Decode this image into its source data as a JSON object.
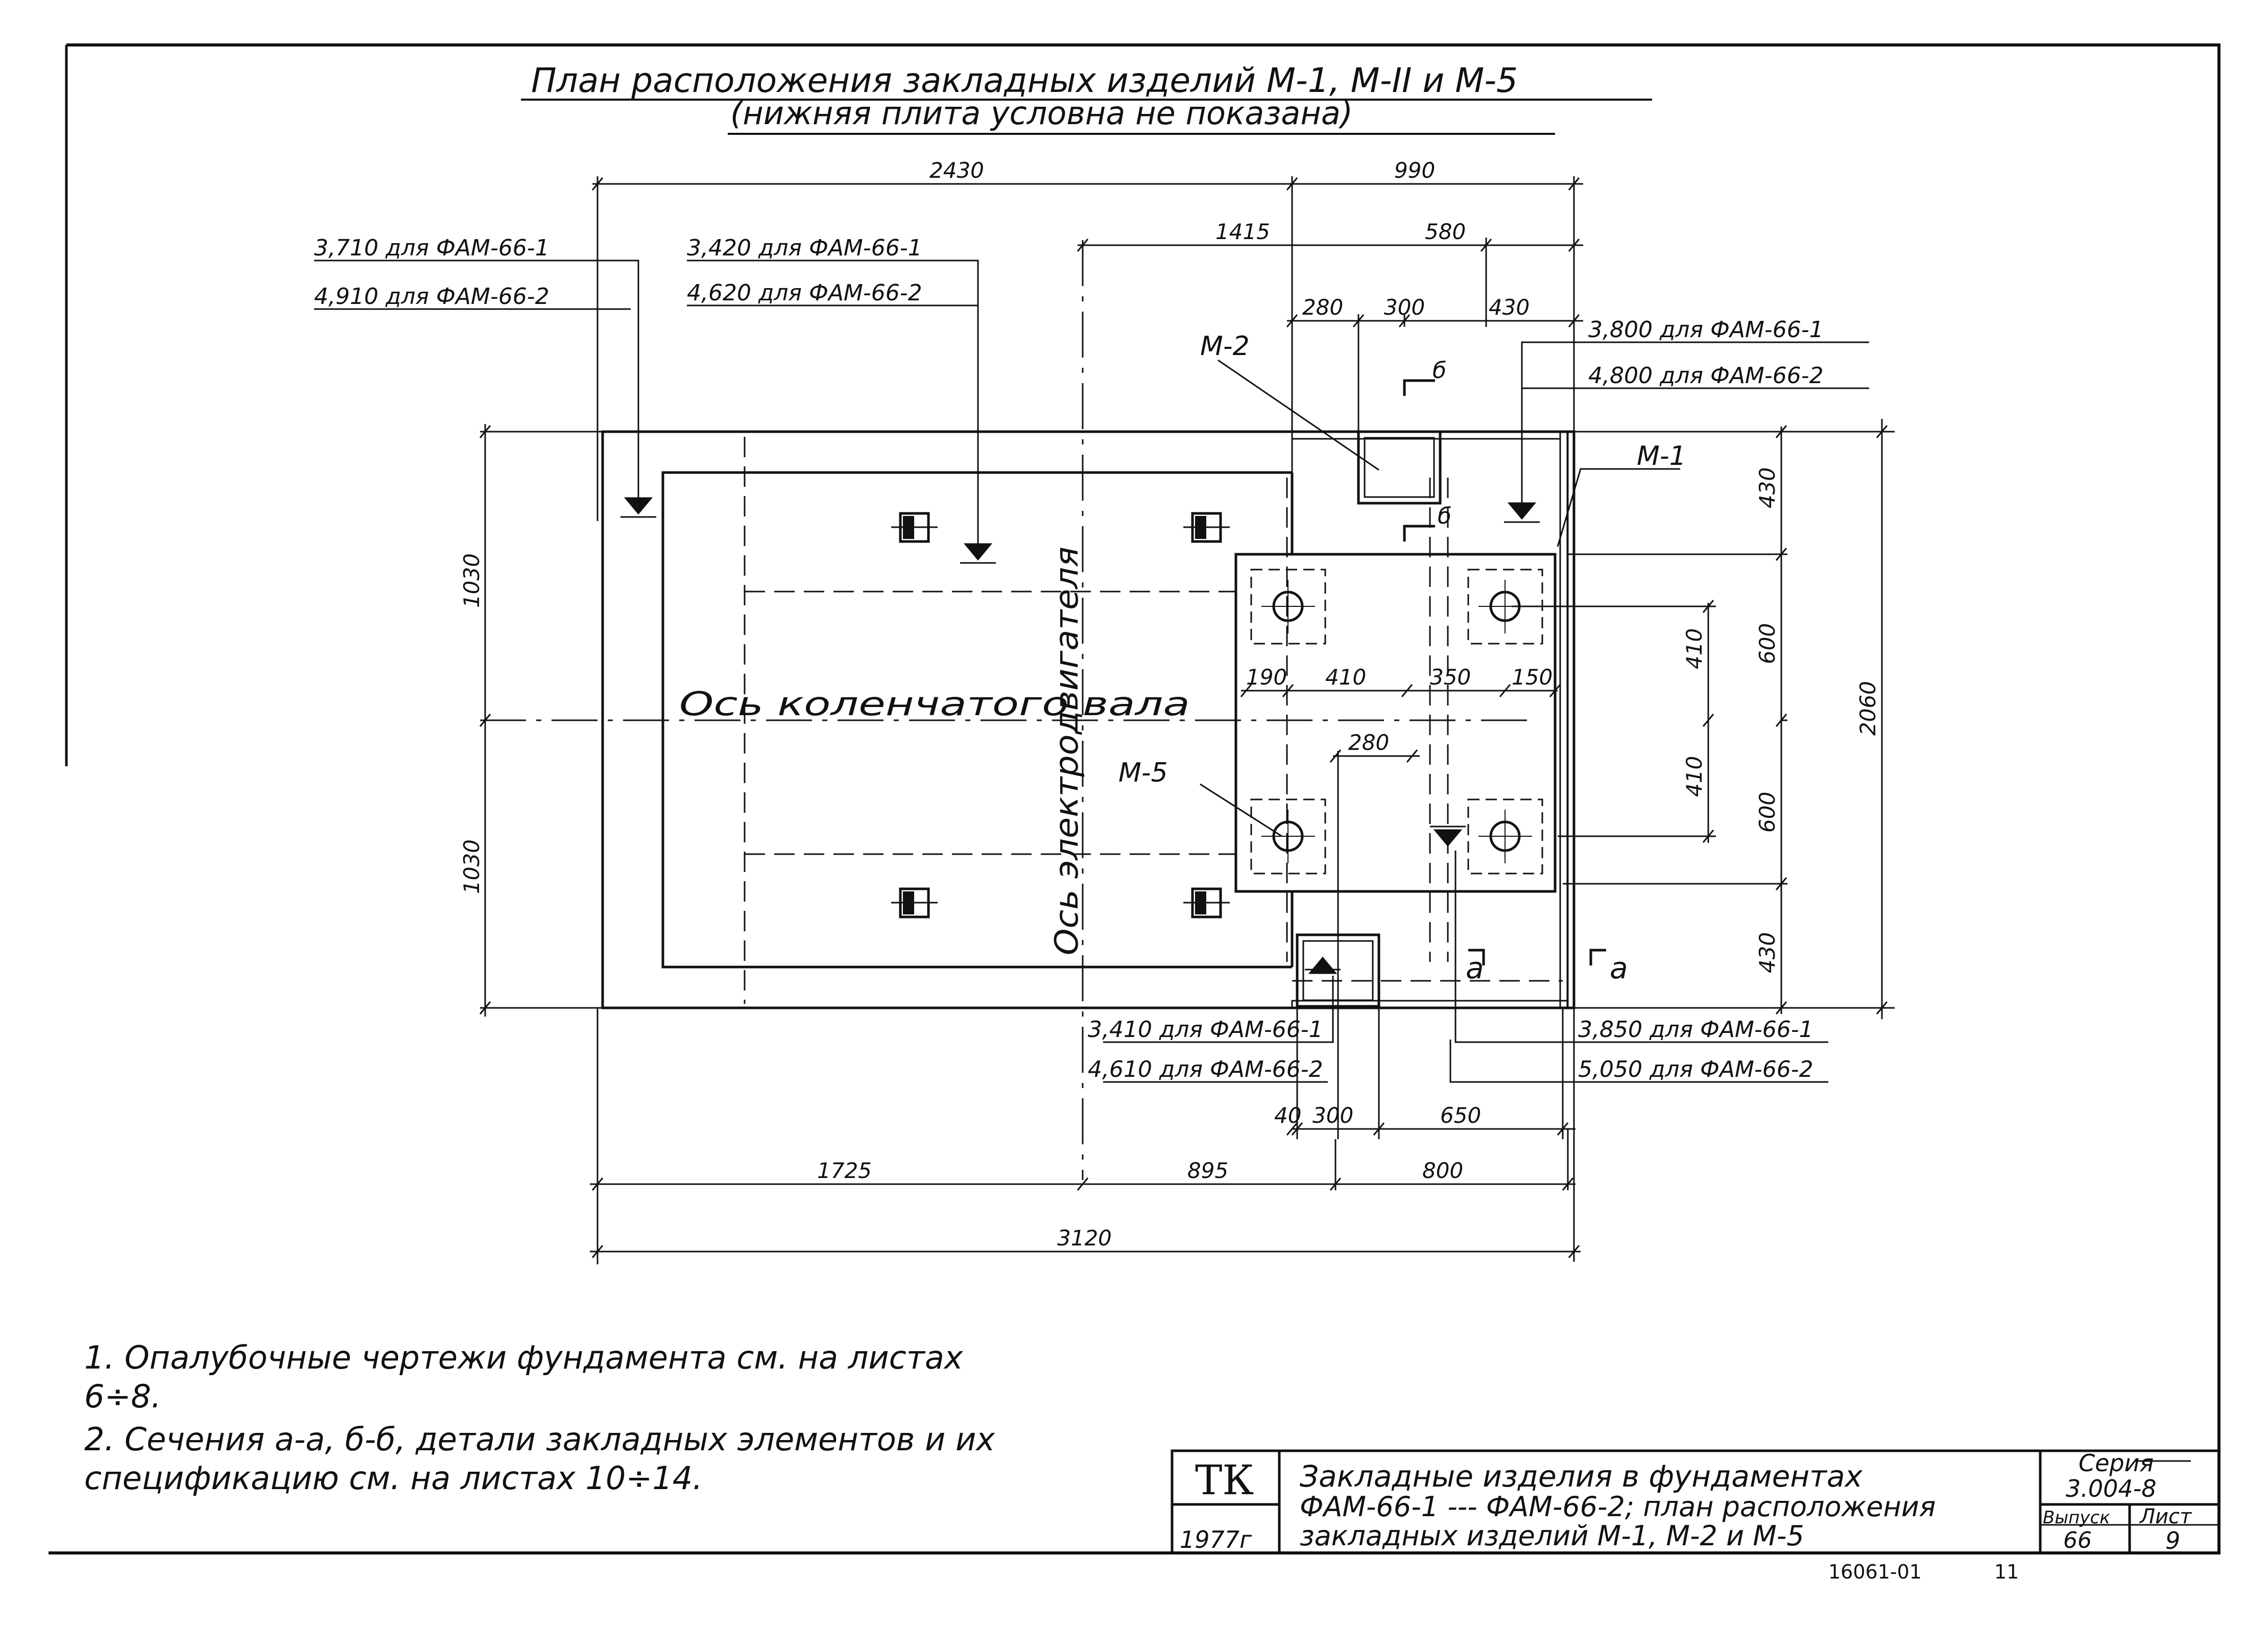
{
  "title": {
    "line1": "План расположения закладных изделий М-1, М-II и М-5",
    "line2": "(нижняя плита условна не показана)"
  },
  "dims_top": {
    "d2430": "2430",
    "d990": "990",
    "d1415": "1415",
    "d580": "580",
    "d280": "280",
    "d300": "300",
    "d430": "430"
  },
  "dims_right": {
    "d430a": "430",
    "d600a": "600",
    "d410a": "410",
    "d410b": "410",
    "d600b": "600",
    "d430b": "430",
    "d2060": "2060"
  },
  "dims_left": {
    "d1030a": "1030",
    "d1030b": "1030"
  },
  "dims_inner": {
    "d190": "190",
    "d410": "410",
    "d350": "350",
    "d150": "150",
    "d280b": "280"
  },
  "dims_bottom": {
    "d40": "40",
    "d300": "300",
    "d650": "650",
    "d1725": "1725",
    "d895": "895",
    "d800": "800",
    "d3120": "3120"
  },
  "levels": {
    "l1a": "3,710 для ФАМ-66-1",
    "l1b": "4,910 для ФАМ-66-2",
    "l2a": "3,420 для ФАМ-66-1",
    "l2b": "4,620 для ФАМ-66-2",
    "l3a": "3,800 для ФАМ-66-1",
    "l3b": "4,800 для ФАМ-66-2",
    "l4a": "3,410 для ФАМ-66-1",
    "l4b": "4,610 для ФАМ-66-2",
    "l5a": "3,850 для ФАМ-66-1",
    "l5b": "5,050 для ФАМ-66-2"
  },
  "labels": {
    "m2": "М-2",
    "m1": "М-1",
    "m5": "М-5",
    "axis_shaft": "Ось коленчатого вала",
    "axis_motor": "Ось электродвигателя",
    "sec_b1": "б",
    "sec_b2": "б",
    "sec_a1": "а",
    "sec_a2": "а"
  },
  "notes": [
    "1. Опалубочные чертежи фундамента см. на листах 6÷8.",
    "2. Сечения а-а, б-б, детали закладных элементов и их спецификацию см. на листах 10÷14."
  ],
  "title_block": {
    "logo": "ТК",
    "year": "1977г",
    "desc1": "Закладные изделия в фундаментах",
    "desc2": "ФАМ-66-1 --- ФАМ-66-2; план расположения",
    "desc3": "закладных изделий М-1, М-2 и М-5",
    "series_label": "Серия",
    "series_value": "3.004-8",
    "issue_label": "Выпуск",
    "issue_value": "66",
    "sheet_label": "Лист",
    "sheet_value": "9",
    "stamp": "16061-01",
    "stamp2": "11"
  }
}
